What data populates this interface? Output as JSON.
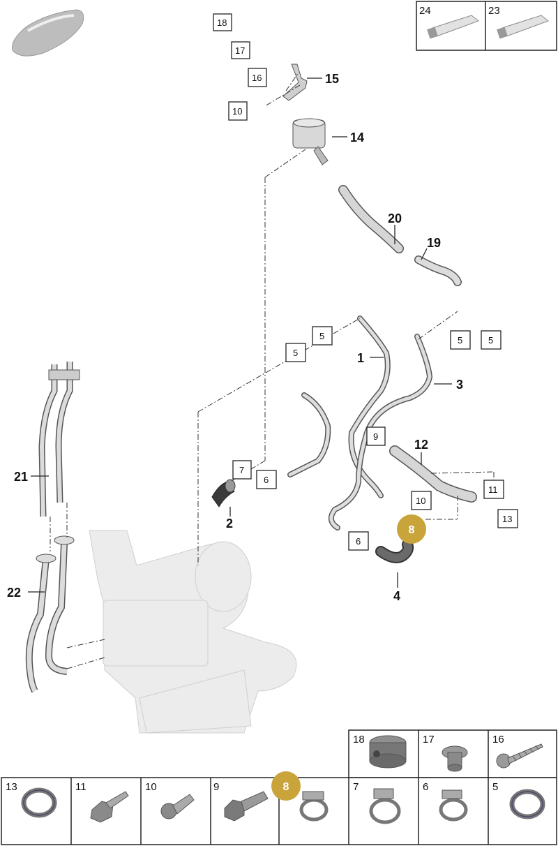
{
  "bold_callouts": {
    "c15": "15",
    "c14": "14",
    "c20": "20",
    "c19": "19",
    "c1": "1",
    "c3": "3",
    "c12": "12",
    "c2": "2",
    "c4": "4",
    "c21": "21",
    "c22": "22"
  },
  "boxed_callouts": {
    "b18": "18",
    "b17": "17",
    "b16": "16",
    "b10_top": "10",
    "b5_a": "5",
    "b5_b": "5",
    "b5_c": "5",
    "b5_d": "5",
    "b9": "9",
    "b7": "7",
    "b6_a": "6",
    "b11": "11",
    "b10_mid": "10",
    "b13": "13",
    "b6_b": "6"
  },
  "highlight": {
    "label": "8",
    "color": "#C9A43A"
  },
  "top_table": {
    "cells": [
      "24",
      "23"
    ]
  },
  "parts_table": {
    "top_row": [
      "18",
      "17",
      "16"
    ],
    "bottom_row": [
      "13",
      "11",
      "10",
      "9",
      "8",
      "7",
      "6",
      "5"
    ]
  },
  "colors": {
    "line": "#222222",
    "part_fill": "#d9d9d9",
    "part_stroke": "#555555",
    "ghost": "#e8e8e8"
  }
}
